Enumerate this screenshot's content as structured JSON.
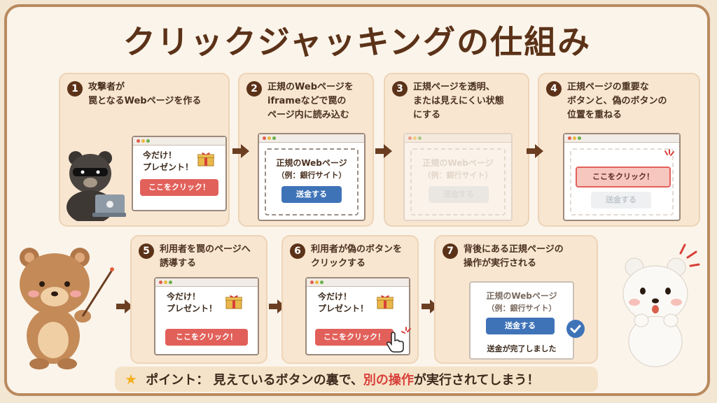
{
  "title": "クリックジャッキングの仕組み",
  "steps": [
    {
      "num": "1",
      "text": "攻撃者が\n罠となるWebページを作る"
    },
    {
      "num": "2",
      "text": "正規のWebページを\niframeなどで罠の\nページ内に読み込む"
    },
    {
      "num": "3",
      "text": "正規ページを透明、\nまたは見えにくい状態\nにする"
    },
    {
      "num": "4",
      "text": "正規ページの重要な\nボタンと、偽のボタンの\n位置を重ねる"
    },
    {
      "num": "5",
      "text": "利用者を罠のページへ\n誘導する"
    },
    {
      "num": "6",
      "text": "利用者が偽のボタンを\nクリックする"
    },
    {
      "num": "7",
      "text": "背後にある正規ページの\n操作が実行される"
    }
  ],
  "trap": {
    "text": "今だけ！\nプレゼント！",
    "button": "ここをクリック！"
  },
  "legit": {
    "title": "正規のWebページ",
    "subtitle": "（例：銀行サイト）",
    "button": "送金する",
    "done": "送金が完了しました"
  },
  "point": {
    "prefix": "ポイント：",
    "part1": "見えているボタンの裏で、",
    "highlight": "別の操作",
    "part2": "が実行されてしまう！"
  },
  "colors": {
    "accent": "#5b3218",
    "danger": "#e2605a",
    "blue": "#3f73b8",
    "highlight": "#d8403a"
  }
}
